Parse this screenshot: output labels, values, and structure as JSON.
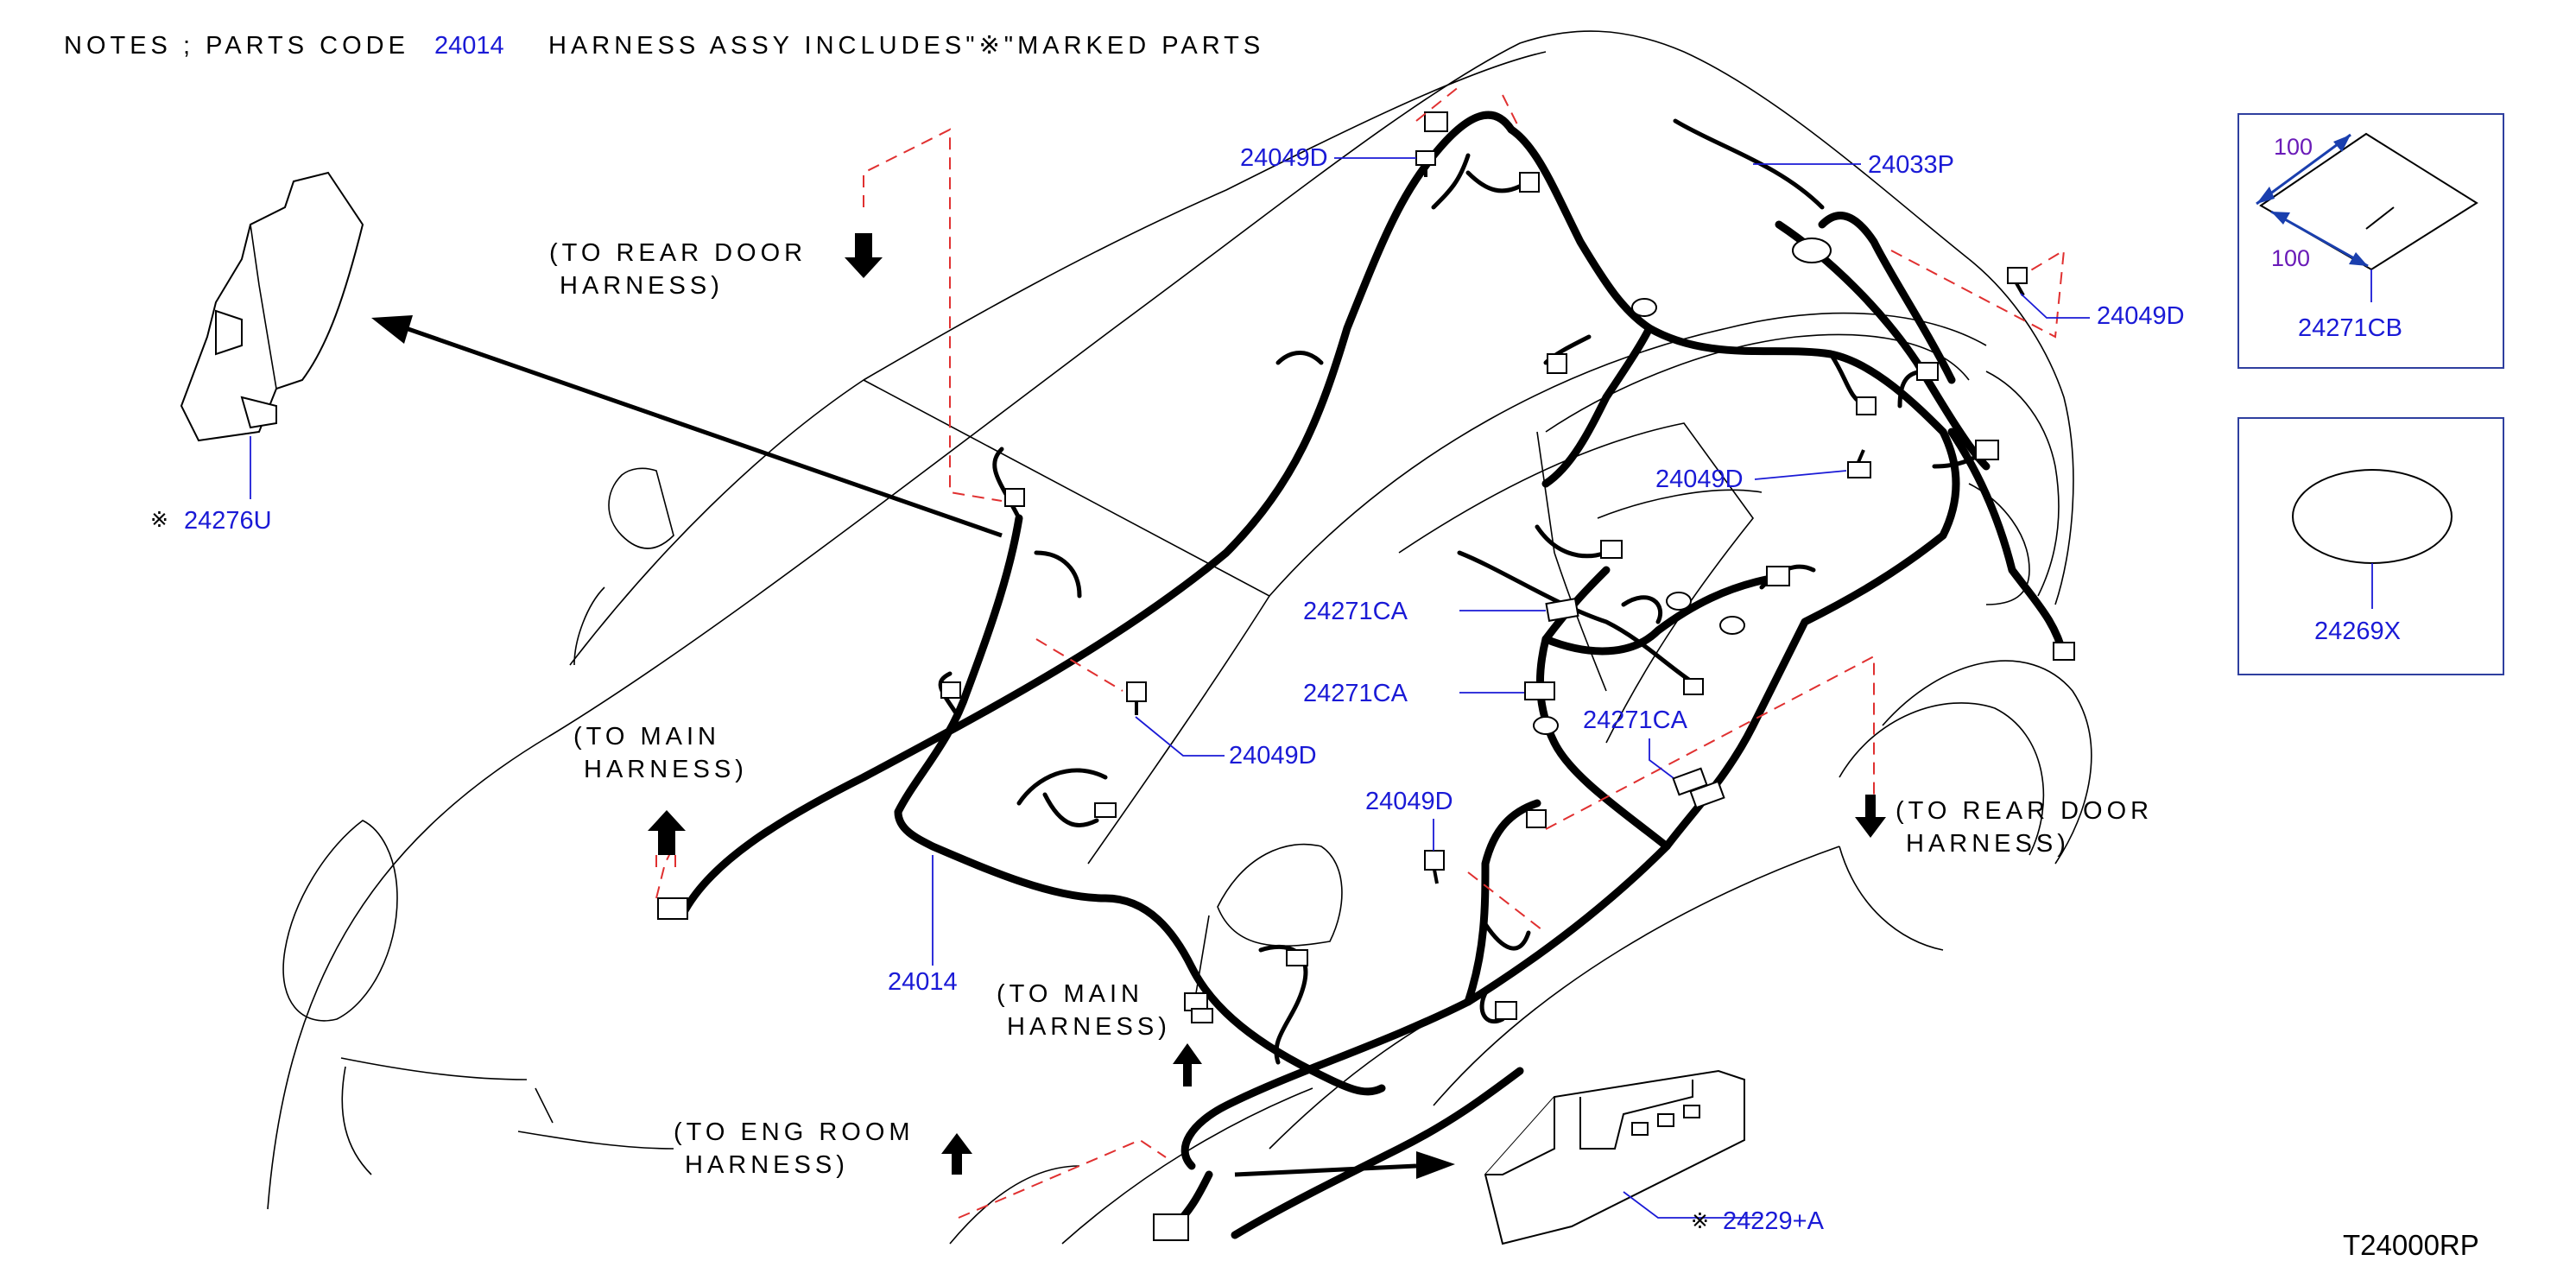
{
  "notes": {
    "prefix": "NOTES ; PARTS CODE",
    "code": "24014",
    "suffix": "HARNESS ASSY INCLUDES\"※\"MARKED PARTS"
  },
  "diagram_id": "T24000RP",
  "mark_symbol": "※",
  "callouts": {
    "c24276U": "24276U",
    "c24049D_top": "24049D",
    "c24033P": "24033P",
    "c24049D_right": "24049D",
    "c24049D_mid": "24049D",
    "c24271CA_1": "24271CA",
    "c24271CA_2": "24271CA",
    "c24271CA_3": "24271CA",
    "c24049D_center": "24049D",
    "c24049D_lower": "24049D",
    "c24014": "24014",
    "c24229A": "24229+A",
    "c24271CB": "24271CB",
    "c24269X": "24269X"
  },
  "directions": {
    "rear_door_top": [
      "(TO REAR DOOR",
      "HARNESS)"
    ],
    "main_left": [
      "(TO MAIN",
      "HARNESS)"
    ],
    "main_center": [
      "(TO MAIN",
      "HARNESS)"
    ],
    "eng_room": [
      "(TO ENG ROOM",
      "HARNESS)"
    ],
    "rear_door_right": [
      "(TO REAR DOOR",
      "HARNESS)"
    ]
  },
  "inset_tape": {
    "dim_a": "100",
    "dim_b": "100"
  }
}
